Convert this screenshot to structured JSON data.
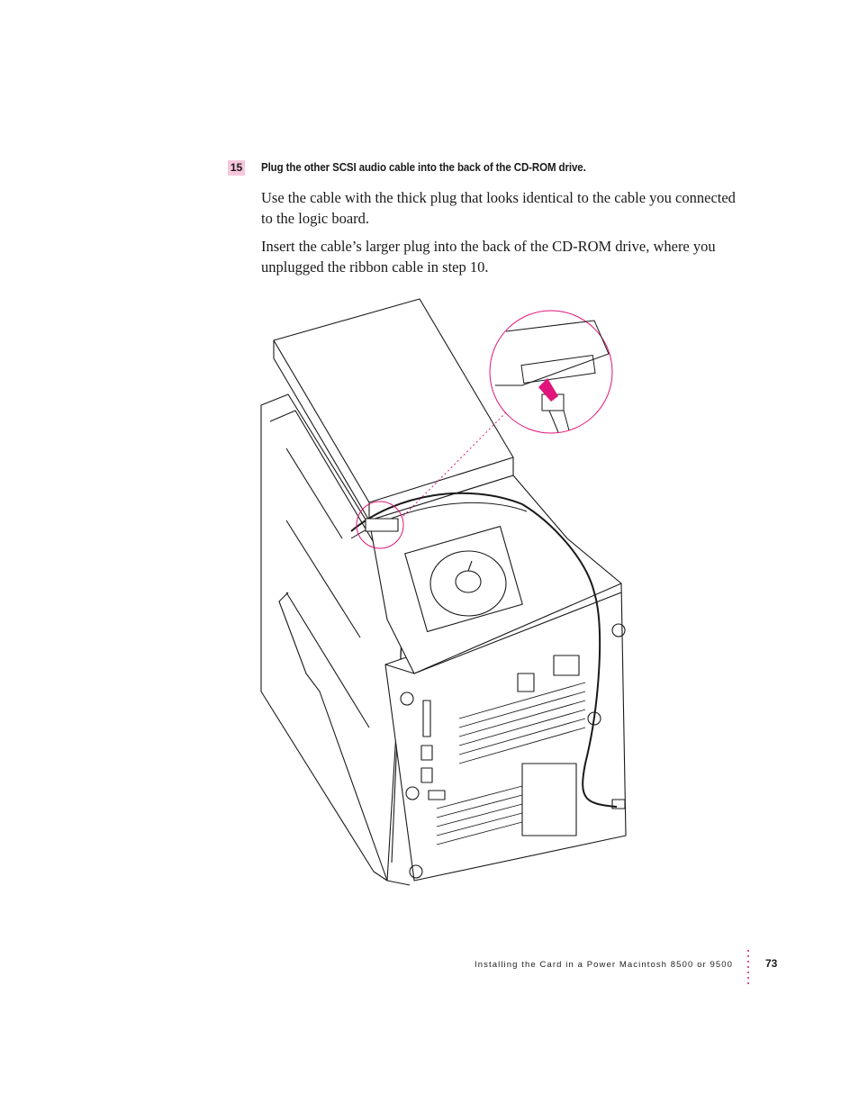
{
  "step": {
    "number": "15",
    "heading": "Plug the other SCSI audio cable into the back of the CD-ROM drive."
  },
  "paragraphs": [
    "Use the cable with the thick plug that looks identical to the cable you connected to the logic board.",
    "Insert the cable’s larger plug into the back of the CD-ROM drive, where you unplugged the ribbon cable in step 10."
  ],
  "figure": {
    "icon": "computer-internals-illustration",
    "callout_icon": "plug-insertion-callout",
    "accent_color": "#e0147a"
  },
  "footer": {
    "running_title": "Installing the Card in a Power Macintosh 8500 or 9500",
    "page_number": "73"
  }
}
